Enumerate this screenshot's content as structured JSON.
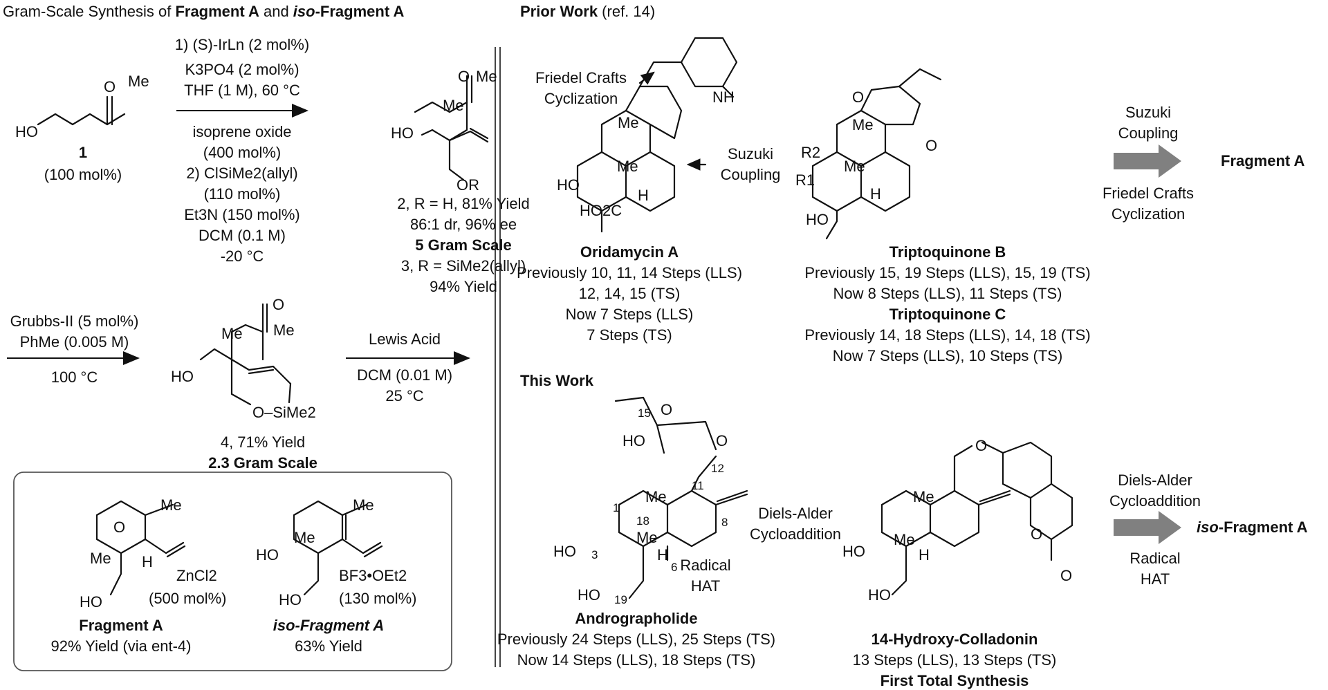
{
  "left": {
    "title_prefix": "Gram-Scale Synthesis of ",
    "title_frag": "Fragment A",
    "title_and": " and ",
    "title_iso": "iso",
    "title_rest": "-Fragment A",
    "sm1_num": "1",
    "sm1_amount": "(100 mol%)",
    "atoms": {
      "me": "Me",
      "o": "O",
      "ho": "HO",
      "or": "OR",
      "h": "H"
    },
    "step1": {
      "above": [
        "1) (S)-IrLn (2 mol%)",
        "K3PO4 (2 mol%)",
        "THF (1 M), 60 °C"
      ],
      "below": [
        "isoprene oxide",
        "(400 mol%)",
        "2) ClSiMe2(allyl)",
        "(110 mol%)",
        "Et3N (150 mol%)",
        "DCM (0.1 M)",
        "-20 °C"
      ]
    },
    "cmpd2": {
      "line1": "2, R = H, 81% Yield",
      "line2": "86:1 dr, 96% ee",
      "line3": "5 Gram Scale",
      "line4": "3, R = SiMe2(allyl)",
      "line5": "94% Yield"
    },
    "step2": {
      "above": [
        "Grubbs-II (5 mol%)",
        "PhMe (0.005 M)"
      ],
      "below": [
        "100 °C"
      ]
    },
    "cmpd4": {
      "line1": "4, 71% Yield",
      "line2": "2.3 Gram Scale",
      "osime2": "O–SiMe2"
    },
    "step3": {
      "above": [
        "Lewis Acid"
      ],
      "below": [
        "DCM (0.01 M)",
        "25 °C"
      ]
    },
    "box": {
      "fragA_name": "Fragment A",
      "fragA_yield": "92% Yield (via ent-4)",
      "zncl2": "ZnCl2",
      "zncl2_amt": "(500 mol%)",
      "iso_name": "iso-Fragment A",
      "iso_yield": "63% Yield",
      "bf3": "BF3•OEt2",
      "bf3_amt": "(130 mol%)"
    }
  },
  "prior": {
    "header": "Prior Work",
    "header_ref": " (ref. 14)",
    "fc_label": [
      "Friedel Crafts",
      "Cyclization"
    ],
    "suzuki_label": [
      "Suzuki",
      "Coupling"
    ],
    "nh": "NH",
    "ho2c": "HO2C",
    "oridamycin": {
      "name": "Oridamycin A",
      "l1": "Previously 10, 11, 14 Steps (LLS)",
      "l2": "12, 14, 15 (TS)",
      "l3": "Now 7 Steps (LLS)",
      "l4": "7 Steps (TS)"
    },
    "tripto": {
      "nameB": "Triptoquinone B",
      "b1": "Previously 15, 19 Steps (LLS), 15, 19 (TS)",
      "b2": "Now 8 Steps (LLS), 11 Steps (TS)",
      "nameC": "Triptoquinone C",
      "c1": "Previously 14, 18 Steps (LLS), 14, 18 (TS)",
      "c2": "Now 7 Steps (LLS), 10 Steps (TS)",
      "r1": "R1",
      "r2": "R2"
    },
    "arrow_above": [
      "Suzuki",
      "Coupling"
    ],
    "arrow_below": [
      "Friedel Crafts",
      "Cyclization"
    ],
    "target": "Fragment A"
  },
  "this": {
    "header": "This Work",
    "andro": {
      "name": "Andrographolide",
      "l1": "Previously 24 Steps (LLS), 25 Steps (TS)",
      "l2": "Now 14 Steps (LLS), 18 Steps (TS)"
    },
    "numbers": [
      "15",
      "12",
      "11",
      "1",
      "18",
      "8",
      "3",
      "6",
      "19"
    ],
    "da_label": [
      "Diels-Alder",
      "Cycloaddition"
    ],
    "rad_label": [
      "Radical",
      "HAT"
    ],
    "collad": {
      "name": "14-Hydroxy-Colladonin",
      "l1": "13 Steps (LLS), 13 Steps (TS)",
      "l2": "First Total Synthesis"
    },
    "arrow_above": [
      "Diels-Alder",
      "Cycloaddition"
    ],
    "arrow_below": [
      "Radical",
      "HAT"
    ],
    "target_iso": "iso",
    "target_rest": "-Fragment A"
  },
  "colors": {
    "bold_arrow": "#808080",
    "text": "#111111",
    "box_border": "#555555"
  }
}
